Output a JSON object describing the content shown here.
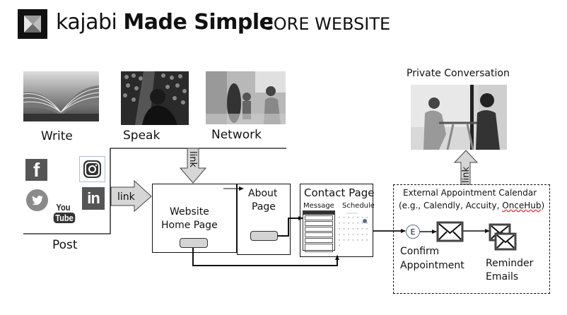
{
  "header": {
    "brand_regular": "kajabi",
    "brand_bold": "Made Simple",
    "subtitle": "CORE WEBSITE",
    "logo_icon": "kajabi-logo-icon"
  },
  "channels": [
    {
      "label": "Write",
      "image": "open-book-photo"
    },
    {
      "label": "Speak",
      "image": "audience-speaker-photo"
    },
    {
      "label": "Network",
      "image": "networking-people-photo"
    }
  ],
  "post": {
    "label": "Post",
    "icons": [
      "facebook-icon",
      "instagram-icon",
      "twitter-icon",
      "linkedin-icon",
      "youtube-icon"
    ],
    "youtube_top": "You",
    "youtube_bottom": "Tube"
  },
  "arrows": {
    "post_link": "link",
    "top_link": "link",
    "private_link": "link"
  },
  "home_page": {
    "line1": "Website",
    "line2": "Home Page"
  },
  "about_page": {
    "line1": "About",
    "line2": "Page"
  },
  "contact_page": {
    "title": "Contact  Page",
    "message_label": "Message",
    "schedule_label": "Schedule"
  },
  "private": {
    "label": "Private Conversation",
    "image": "two-people-conversation-photo"
  },
  "calendar": {
    "title_line1": "External Appointment Calendar",
    "title_line2_prefix": "(e.g., Calendly, Accuity, ",
    "title_line2_underlined": "OnceHub",
    "title_line2_suffix": ")",
    "event_marker": "E",
    "confirm_line1": "Confirm",
    "confirm_line2": "Appointment",
    "reminder_line1": "Reminder",
    "reminder_line2": "Emails"
  }
}
